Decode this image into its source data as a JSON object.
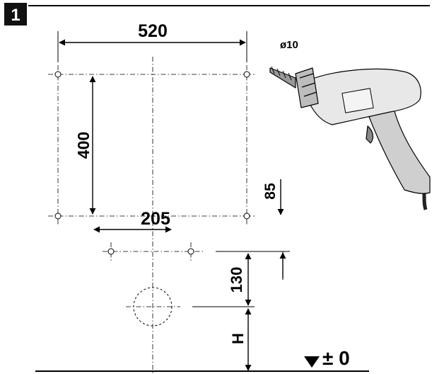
{
  "step": {
    "number": "1"
  },
  "dimensions": {
    "width": "520",
    "height": "400",
    "offset_right": "85",
    "inner_width": "205",
    "lower_gap": "130",
    "floor_height": "H"
  },
  "drill": {
    "bit_diameter": "ø10"
  },
  "floor": {
    "level_label": "± 0"
  },
  "colors": {
    "line": "#000000",
    "drill_body": "#e6e6e6",
    "drill_grip": "#c9c9c9",
    "drill_cord": "#333333"
  }
}
